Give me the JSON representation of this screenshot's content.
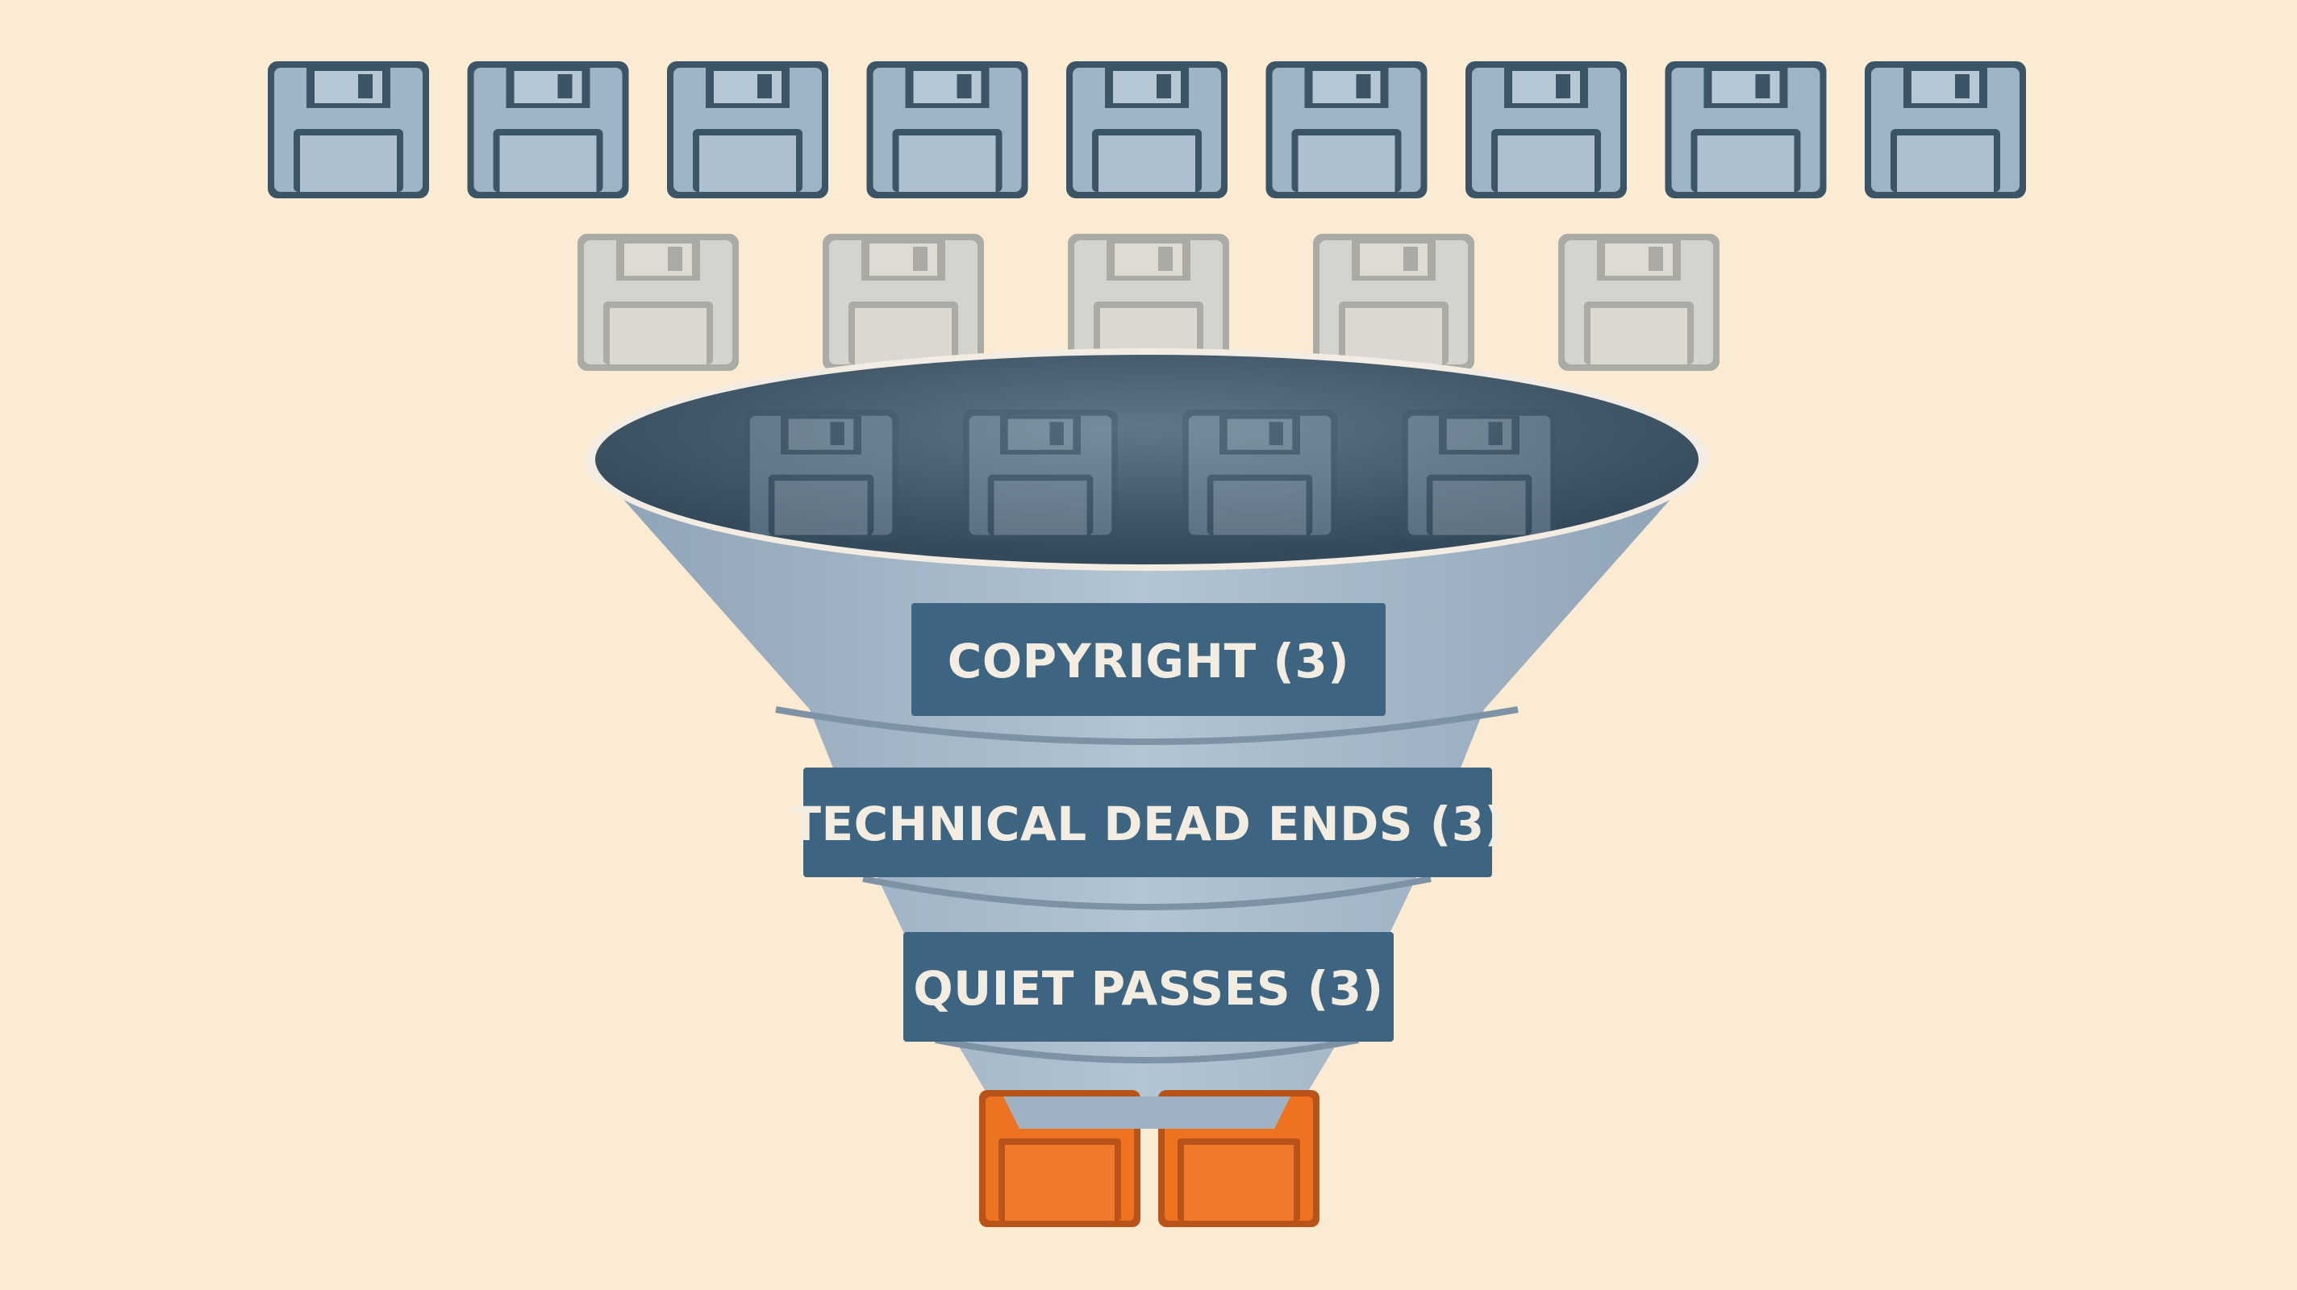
{
  "diagram": {
    "type": "funnel",
    "top_row_disk_count": 9,
    "faded_row_disk_count": 5,
    "disks_inside_funnel": 4,
    "output_disk_count": 2,
    "stages": [
      {
        "label": "COPYRIGHT (3)"
      },
      {
        "label": "TECHNICAL DEAD ENDS (3)"
      },
      {
        "label": "QUIET PASSES (3)"
      }
    ]
  },
  "colors": {
    "background": "#fbebd3",
    "disk_body": "#9fb3c6",
    "disk_dark": "#3b5466",
    "funnel_body": "#a4b7c8",
    "funnel_mouth": "#3f596b",
    "label_box": "#3d6582",
    "label_text": "#f3ece0",
    "output_disk": "#ee7320"
  }
}
